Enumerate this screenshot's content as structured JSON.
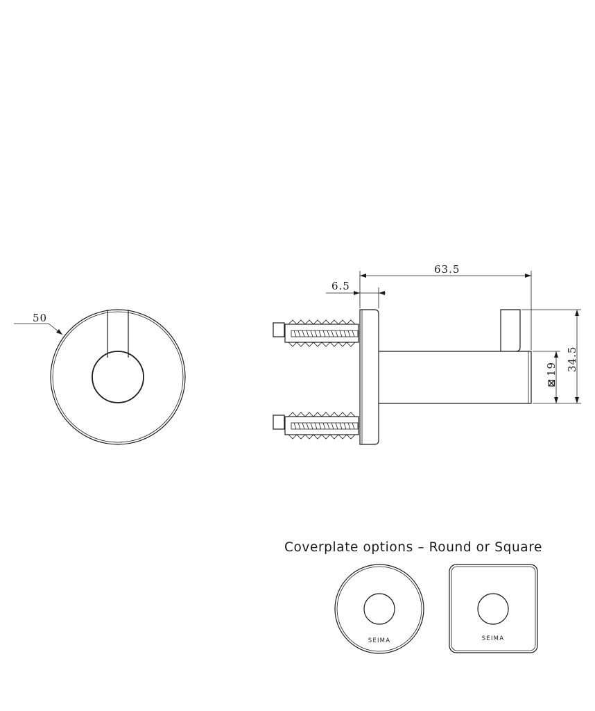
{
  "dimensions": {
    "front_diameter": "50",
    "overall_projection": "63.5",
    "plate_thickness": "6.5",
    "overall_height": "34.5",
    "tube_size": "19",
    "tube_size_symbol": "⊠"
  },
  "coverplate": {
    "caption": "Coverplate options – Round or Square",
    "round_brand": "SEIMA",
    "square_brand": "SEIMA"
  }
}
